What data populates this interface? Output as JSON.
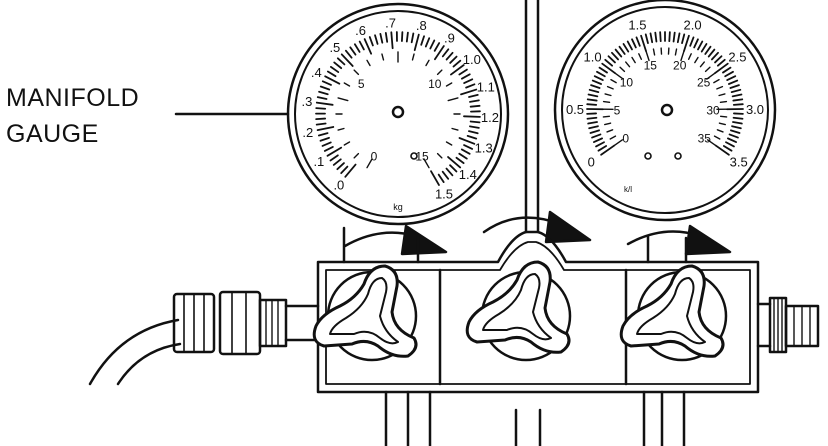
{
  "callout": {
    "line1": "MANIFOLD",
    "line2": "GAUGE"
  },
  "left_gauge": {
    "outer_labels": [
      ".0",
      ".1",
      ".2",
      ".3",
      ".4",
      ".5",
      ".6",
      ".7",
      ".8",
      ".9",
      "1.0",
      "1.1",
      "1.2",
      "1.3",
      "1.4",
      "1.5"
    ],
    "inner_labels": [
      "0",
      "5",
      "10",
      "15"
    ],
    "unit": "kg"
  },
  "right_gauge": {
    "outer_labels": [
      "0",
      "0.5",
      "1.0",
      "1.5",
      "2.0",
      "2.5",
      "3.0",
      "3.5"
    ],
    "inner_labels": [
      "0",
      "5",
      "10",
      "15",
      "20",
      "25",
      "30",
      "35"
    ],
    "unit": "k/l"
  },
  "colors": {
    "stroke": "#111111",
    "background": "#ffffff"
  }
}
